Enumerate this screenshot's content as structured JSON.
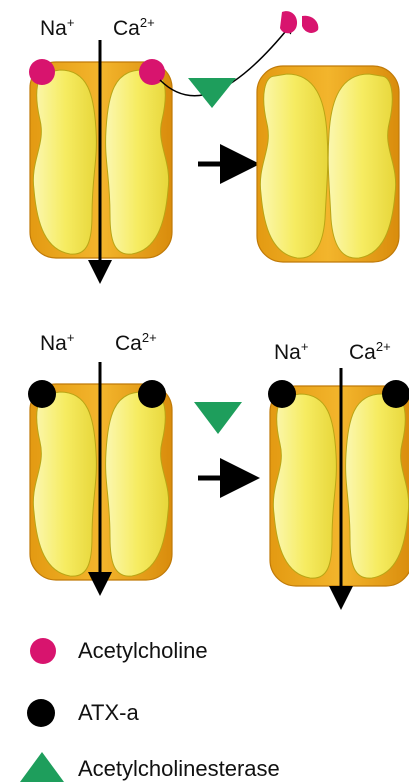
{
  "ions": {
    "na": {
      "base": "Na",
      "sup": "+"
    },
    "ca": {
      "base": "Ca",
      "sup": "2+"
    }
  },
  "legend": [
    {
      "label": "Acetylcholine",
      "symbol": "circle",
      "color": "#d8146e"
    },
    {
      "label": "ATX-a",
      "symbol": "circle",
      "color": "#000000"
    },
    {
      "label": "Acetylcholinesterase",
      "symbol": "triangle",
      "color": "#1e9e5c"
    }
  ],
  "colors": {
    "acetylcholine": "#d8146e",
    "atx": "#000000",
    "esterase": "#1e9e5c",
    "receptor_outer": "#e7a21a",
    "receptor_lobe": "#f6ee76"
  }
}
